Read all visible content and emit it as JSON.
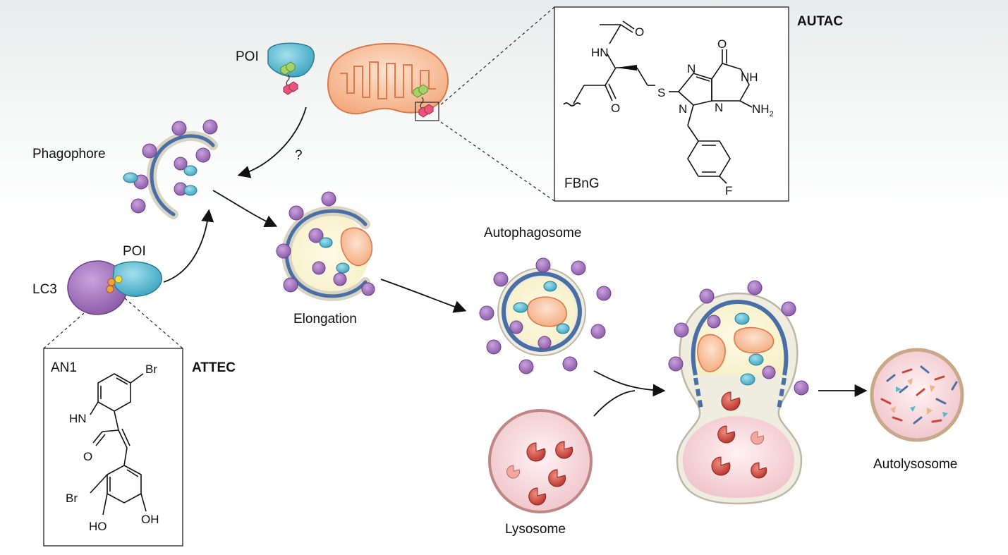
{
  "labels": {
    "poi_top": "POI",
    "question": "?",
    "phagophore": "Phagophore",
    "poi_left": "POI",
    "lc3": "LC3",
    "elongation": "Elongation",
    "autophagosome": "Autophagosome",
    "lysosome": "Lysosome",
    "autolysosome": "Autolysosome"
  },
  "autac": {
    "title": "AUTAC",
    "compound": "FBnG",
    "atoms": {
      "o_acetyl": "O",
      "hn": "HN",
      "o_carbonyl": "O",
      "s": "S",
      "o_purine": "O",
      "nh": "NH",
      "n7": "N",
      "n9": "N",
      "n3": "N",
      "nh2": "NH",
      "nh2_sub": "2",
      "f": "F"
    }
  },
  "attec": {
    "title": "ATTEC",
    "compound": "AN1",
    "atoms": {
      "br_top": "Br",
      "hn": "HN",
      "o": "O",
      "br_bottom": "Br",
      "ho": "HO",
      "oh": "OH"
    }
  },
  "colors": {
    "lc3": "#9b6bb8",
    "poi": "#58b8cf",
    "mito_fill": "#f6b78f",
    "mito_stroke": "#d97a4a",
    "membrane": "#4a6fa5",
    "lysosome": "#e9b9c0",
    "enzyme": "#c9443c",
    "tag_green": "#a5d36a",
    "tag_pink": "#e8547a"
  }
}
